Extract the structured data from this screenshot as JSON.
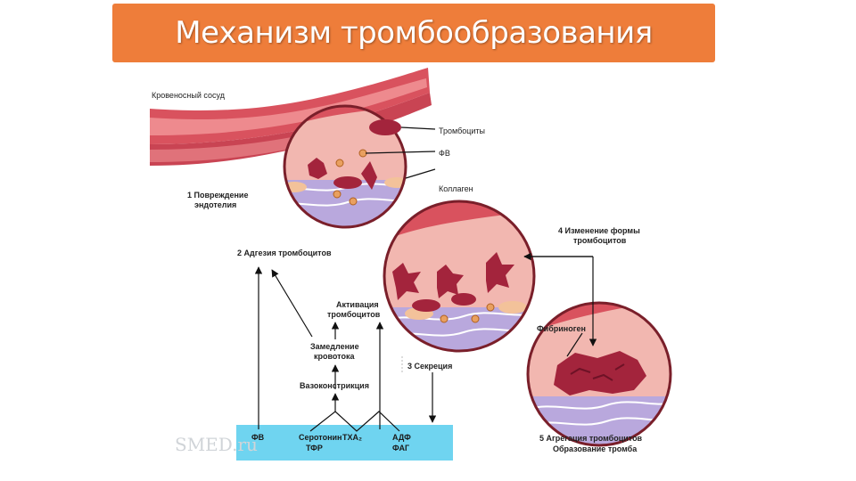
{
  "title": "Механизм тромбообразования",
  "colors": {
    "title_bg": "#ee7d3a",
    "vessel_wall": "#d9525e",
    "vessel_lumen": "#f2b7b0",
    "platelet": "#a3243c",
    "collagen": "#b9a8dd",
    "endothelium": "#f3c29a",
    "blue_box": "#6fd4f0"
  },
  "labels": {
    "vessel": "Кровеносный сосуд",
    "platelets": "Тромбоциты",
    "fv": "ФВ",
    "collagen": "Коллаген",
    "step1_line1": "1 Повреждение",
    "step1_line2": "эндотелия",
    "step2": "2 Адгезия тромбоцитов",
    "step4_line1": "4 Изменение формы",
    "step4_line2": "тромбоцитов",
    "activation_line1": "Активация",
    "activation_line2": "тромбоцитов",
    "slowing_line1": "Замедление",
    "slowing_line2": "кровотока",
    "vasoconstriction": "Вазоконстрикция",
    "step3": "3 Секреция",
    "fibrinogen": "Фибриноген",
    "step5_line1": "5 Агрегация тромбоцитов",
    "step5_line2": "Образование тромба"
  },
  "blue_box": {
    "fv": "ФВ",
    "serotonin": "Серотонин",
    "tfr": "ТФР",
    "txa2": "ТХА₂",
    "adp": "АДФ",
    "fag": "ФАГ"
  },
  "watermark": "SMED.ru"
}
